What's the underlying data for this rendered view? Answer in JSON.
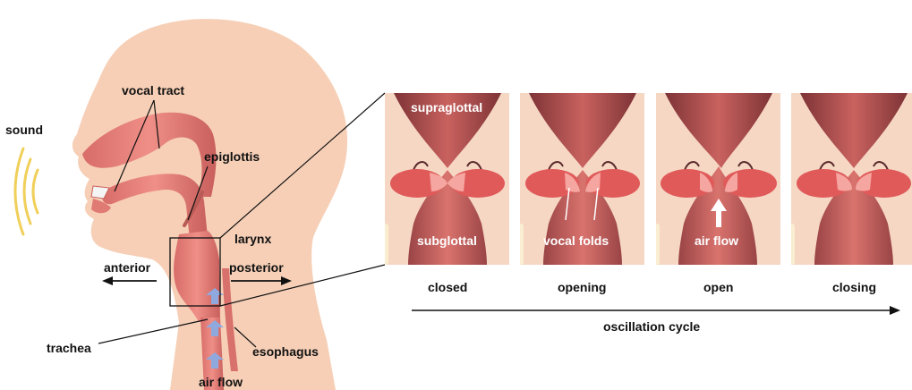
{
  "colors": {
    "skin": "#f6cfb6",
    "tract": "#e07b74",
    "tract_dark": "#b95a56",
    "fold": "#e05a5a",
    "fold_light": "#f28f8f",
    "lumen_dark": "#8a3a3c",
    "lumen_mid": "#c2625f",
    "panel_bg": "#f6d7c4",
    "airflow_arrow": "#8fa9df",
    "sound_wave": "#f0cf5a",
    "line": "#111111"
  },
  "anatomy": {
    "labels": {
      "vocal_tract": "vocal tract",
      "sound": "sound",
      "epiglottis": "epiglottis",
      "larynx": "larynx",
      "anterior": "anterior",
      "posterior": "posterior",
      "trachea": "trachea",
      "esophagus": "esophagus",
      "air_flow": "air flow"
    },
    "icons": [
      "sound-wave-icon",
      "airflow-arrow-icon"
    ]
  },
  "cycle": {
    "panel_labels": {
      "supraglottal": "supraglottal",
      "subglottal": "subglottal",
      "vocal_folds": "vocal folds",
      "air_flow": "air flow"
    },
    "phases": [
      {
        "label": "closed",
        "opening_fraction": 0.0
      },
      {
        "label": "opening",
        "opening_fraction": 0.3
      },
      {
        "label": "open",
        "opening_fraction": 1.0
      },
      {
        "label": "closing",
        "opening_fraction": 0.3
      }
    ],
    "axis_label": "oscillation cycle"
  }
}
